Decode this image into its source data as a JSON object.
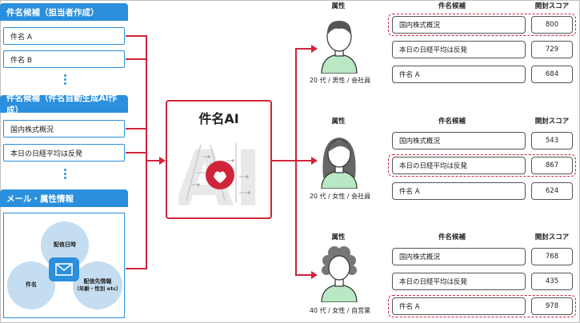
{
  "left": {
    "manual_header": "件名候補（担当者作成）",
    "manual_items": [
      "件名 A",
      "件名 B"
    ],
    "auto_header": "件名候補（件名自動生成AI作成）",
    "auto_items": [
      "国内株式概況",
      "本日の日経平均は反発"
    ],
    "mail_header": "メール・属性情報",
    "circle_top": "配信日時",
    "circle_left": "件名",
    "circle_right_line1": "配信先情報",
    "circle_right_line2": "（年齢・性別 etc）"
  },
  "center": {
    "title": "件名AI",
    "logo_text": "AI"
  },
  "groups": [
    {
      "attr_header": "属性",
      "cand_header": "件名候補",
      "score_header": "開封スコア",
      "person_label": "20 代 / 男性 / 会社員",
      "rows": [
        {
          "subject": "国内株式概況",
          "score": "800",
          "highlight": true
        },
        {
          "subject": "本日の日経平均は反発",
          "score": "729",
          "highlight": false
        },
        {
          "subject": "件名 A",
          "score": "684",
          "highlight": false
        }
      ]
    },
    {
      "attr_header": "属性",
      "cand_header": "件名候補",
      "score_header": "開封スコア",
      "person_label": "20 代 / 女性 / 会社員",
      "rows": [
        {
          "subject": "国内株式概況",
          "score": "543",
          "highlight": false
        },
        {
          "subject": "本日の日経平均は反発",
          "score": "867",
          "highlight": true
        },
        {
          "subject": "件名 A",
          "score": "624",
          "highlight": false
        }
      ]
    },
    {
      "attr_header": "属性",
      "cand_header": "件名候補",
      "score_header": "開封スコア",
      "person_label": "40 代 / 女性 / 自営業",
      "rows": [
        {
          "subject": "国内株式概況",
          "score": "768",
          "highlight": false
        },
        {
          "subject": "本日の日経平均は反発",
          "score": "435",
          "highlight": false
        },
        {
          "subject": "件名 A",
          "score": "978",
          "highlight": true
        }
      ]
    }
  ],
  "colors": {
    "blue": "#2a8fdd",
    "red": "#d0243b",
    "person_fill": "#b8e8c4",
    "circle_fill": "#c5ddf0"
  }
}
